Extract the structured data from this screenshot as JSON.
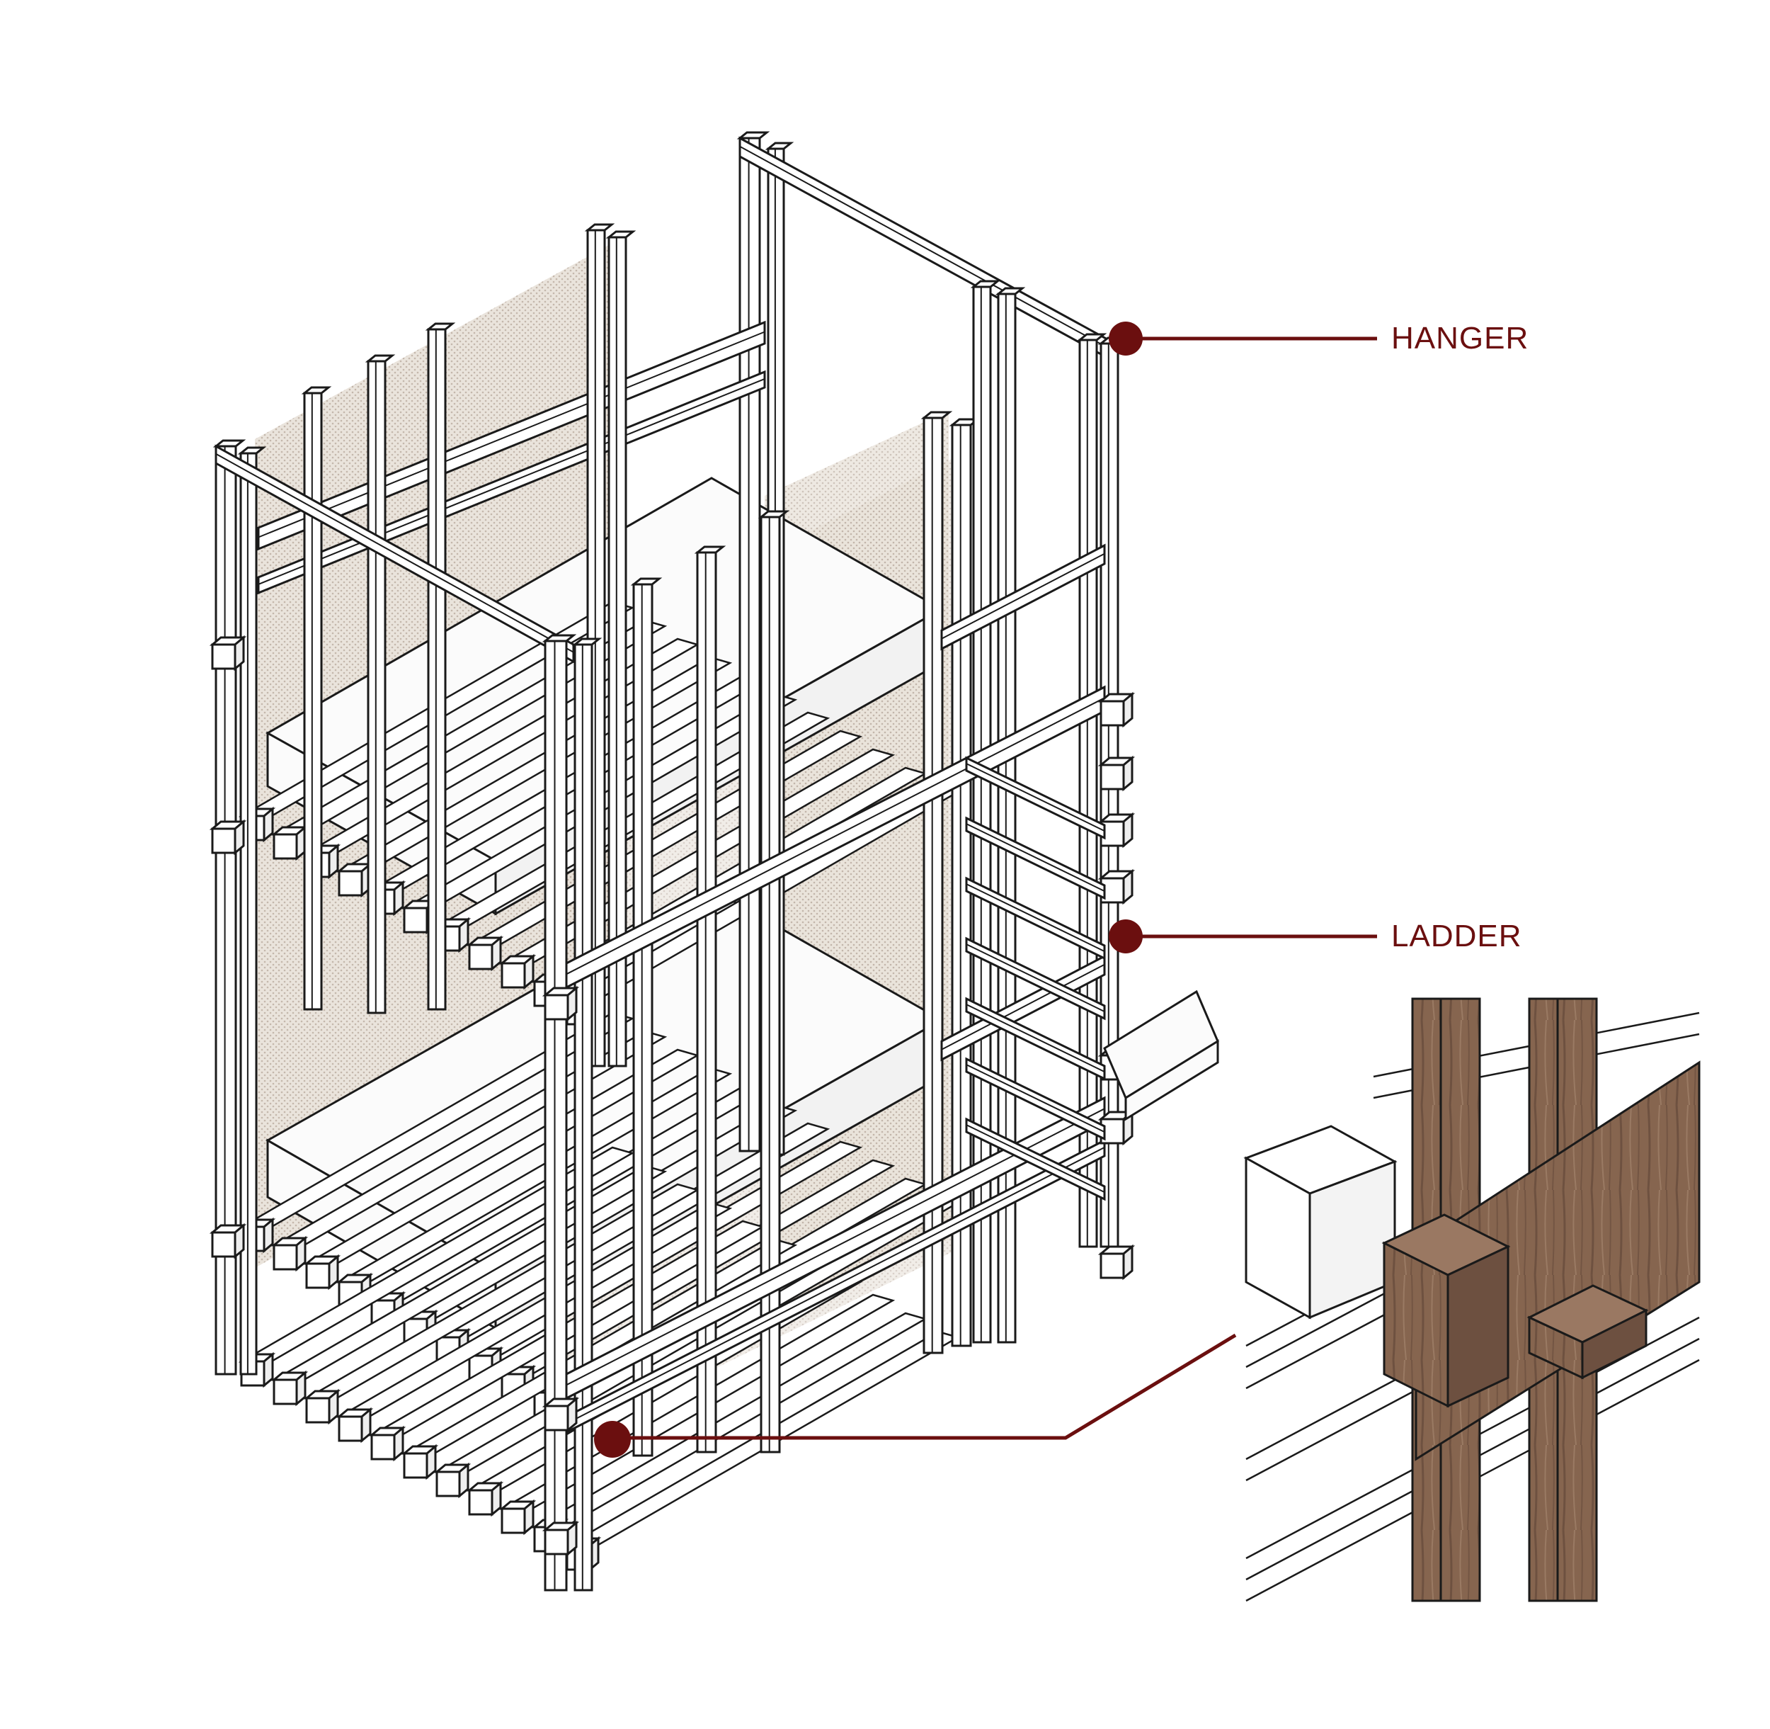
{
  "colors": {
    "line": "#1a1a1a",
    "accent": "#6b0f0f",
    "wood_light": "#8a6a55",
    "wood_dark": "#6d5040",
    "mesh": "#d9d0c6",
    "white": "#ffffff"
  },
  "callouts": [
    {
      "id": "hanger",
      "label": "HANGER"
    },
    {
      "id": "ladder",
      "label": "LADDER"
    },
    {
      "id": "joint",
      "label": ""
    }
  ]
}
